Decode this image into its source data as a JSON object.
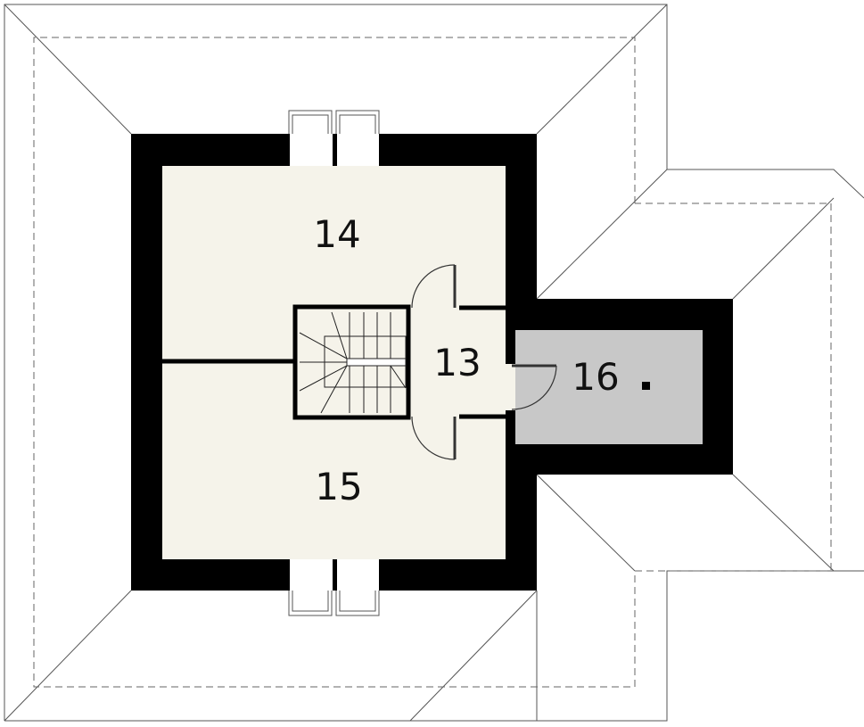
{
  "rooms": [
    {
      "id": "14",
      "label": "14",
      "fill": "#f5f3ea"
    },
    {
      "id": "15",
      "label": "15",
      "fill": "#f5f3ea"
    },
    {
      "id": "13",
      "label": "13",
      "fill": "#f5f3ea"
    },
    {
      "id": "16",
      "label": "16",
      "fill": "#c8c8c8"
    }
  ],
  "colors": {
    "wall": "#000000",
    "roof_line": "#555555",
    "background": "#ffffff"
  }
}
